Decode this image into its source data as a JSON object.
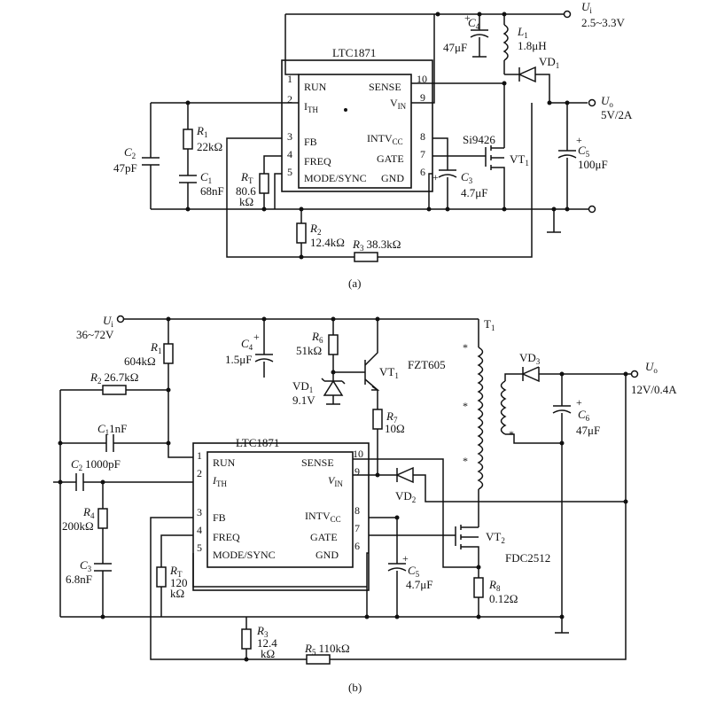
{
  "circuit_a": {
    "caption": "(a)",
    "ic": {
      "name": "LTC1871",
      "pins_left": [
        {
          "num": "1",
          "name": "RUN"
        },
        {
          "num": "2",
          "name": "I",
          "sub": "TH"
        },
        {
          "num": "3",
          "name": "FB"
        },
        {
          "num": "4",
          "name": "FREQ"
        },
        {
          "num": "5",
          "name": "MODE/SYNC"
        }
      ],
      "pins_right": [
        {
          "num": "10",
          "name": "SENSE"
        },
        {
          "num": "9",
          "name": "V",
          "sub": "IN"
        },
        {
          "num": "8",
          "name": "INTV",
          "sub": "CC"
        },
        {
          "num": "7",
          "name": "GATE"
        },
        {
          "num": "6",
          "name": "GND"
        }
      ]
    },
    "input": {
      "name": "U",
      "sub": "i",
      "value": "2.5~3.3V"
    },
    "output": {
      "name": "U",
      "sub": "o",
      "value": "5V/2A"
    },
    "components": {
      "C4": {
        "name": "C",
        "sub": "4",
        "value": "47μF"
      },
      "L1": {
        "name": "L",
        "sub": "1",
        "value": "1.8μH"
      },
      "VD1": {
        "name": "VD",
        "sub": "1"
      },
      "C2": {
        "name": "C",
        "sub": "2",
        "value": "47pF"
      },
      "R1": {
        "name": "R",
        "sub": "1",
        "value": "22kΩ"
      },
      "C1": {
        "name": "C",
        "sub": "1",
        "value": "68nF"
      },
      "RT": {
        "name": "R",
        "sub": "T",
        "value1": "80.6",
        "value2": "kΩ"
      },
      "C3": {
        "name": "C",
        "sub": "3",
        "value": "4.7μF"
      },
      "VT1": {
        "name": "VT",
        "sub": "1",
        "part": "Si9426"
      },
      "C5": {
        "name": "C",
        "sub": "5",
        "value": "100μF"
      },
      "R2": {
        "name": "R",
        "sub": "2",
        "value": "12.4kΩ"
      },
      "R3": {
        "name": "R",
        "sub": "3",
        "value": "38.3kΩ"
      }
    }
  },
  "circuit_b": {
    "caption": "(b)",
    "ic": {
      "name": "LTC1871",
      "pins_left": [
        {
          "num": "1",
          "name": "RUN"
        },
        {
          "num": "2",
          "name": "I",
          "sub": "TH"
        },
        {
          "num": "3",
          "name": "FB"
        },
        {
          "num": "4",
          "name": "FREQ"
        },
        {
          "num": "5",
          "name": "MODE/SYNC"
        }
      ],
      "pins_right": [
        {
          "num": "10",
          "name": "SENSE"
        },
        {
          "num": "9",
          "name": "V",
          "sub": "IN"
        },
        {
          "num": "8",
          "name": "INTV",
          "sub": "CC"
        },
        {
          "num": "7",
          "name": "GATE"
        },
        {
          "num": "6",
          "name": "GND"
        }
      ]
    },
    "input": {
      "name": "U",
      "sub": "i",
      "value": "36~72V"
    },
    "output": {
      "name": "U",
      "sub": "o",
      "value": "12V/0.4A"
    },
    "components": {
      "R1": {
        "name": "R",
        "sub": "1",
        "value": "604kΩ"
      },
      "R2": {
        "name": "R",
        "sub": "2",
        "value": "26.7kΩ"
      },
      "C1": {
        "name": "C",
        "sub": "1",
        "value": "1nF"
      },
      "C2": {
        "name": "C",
        "sub": "2",
        "value": "1000pF"
      },
      "R4": {
        "name": "R",
        "sub": "4",
        "value": "200kΩ"
      },
      "C3": {
        "name": "C",
        "sub": "3",
        "value": "6.8nF"
      },
      "C4": {
        "name": "C",
        "sub": "4",
        "value": "1.5μF"
      },
      "R6": {
        "name": "R",
        "sub": "6",
        "value": "51kΩ"
      },
      "VD1": {
        "name": "VD",
        "sub": "1",
        "value": "9.1V"
      },
      "VT1": {
        "name": "VT",
        "sub": "1",
        "part": "FZT605"
      },
      "R7": {
        "name": "R",
        "sub": "7",
        "value": "10Ω"
      },
      "T1": {
        "name": "T",
        "sub": "1"
      },
      "VD3": {
        "name": "VD",
        "sub": "3"
      },
      "C6": {
        "name": "C",
        "sub": "6",
        "value": "47μF"
      },
      "VD2": {
        "name": "VD",
        "sub": "2"
      },
      "VT2": {
        "name": "VT",
        "sub": "2",
        "part": "FDC2512"
      },
      "RT": {
        "name": "R",
        "sub": "T",
        "value1": "120",
        "value2": "kΩ"
      },
      "C5": {
        "name": "C",
        "sub": "5",
        "value": "4.7μF"
      },
      "R8": {
        "name": "R",
        "sub": "8",
        "value": "0.12Ω"
      },
      "R3": {
        "name": "R",
        "sub": "3",
        "value1": "12.4",
        "value2": "kΩ"
      },
      "R5": {
        "name": "R",
        "sub": "5",
        "value": "110kΩ"
      }
    }
  }
}
